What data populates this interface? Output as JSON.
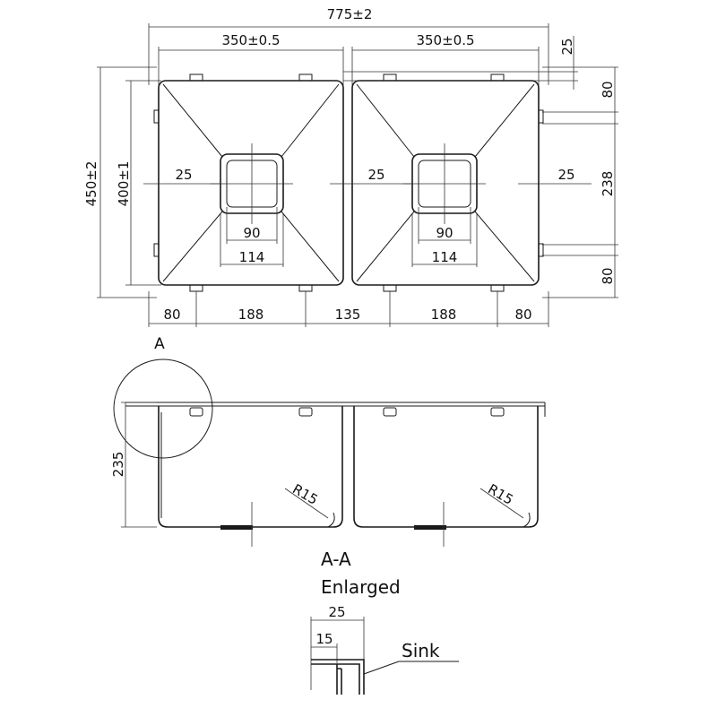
{
  "top_view": {
    "overall_width": "775±2",
    "bowl_width": "350±0.5",
    "overall_depth": "450±2",
    "bowl_depth": "400±1",
    "top_offset": "25",
    "clip_offset_top": "80",
    "clip_spacing_side": "238",
    "clip_offset_bottom": "80",
    "rim_to_drain": "25",
    "drain_inner": "90",
    "drain_outer": "114",
    "bottom_edge": "80",
    "bottom_clip_gap": "188",
    "bowl_gap": "135"
  },
  "section_view": {
    "callout": "A",
    "height": "235",
    "corner_radius": "R15"
  },
  "detail": {
    "title_line1": "A-A",
    "title_line2": "Enlarged",
    "width": "25",
    "inner_width": "15",
    "label": "Sink"
  },
  "colors": {
    "line": "#1a1a1a",
    "background": "#ffffff"
  }
}
